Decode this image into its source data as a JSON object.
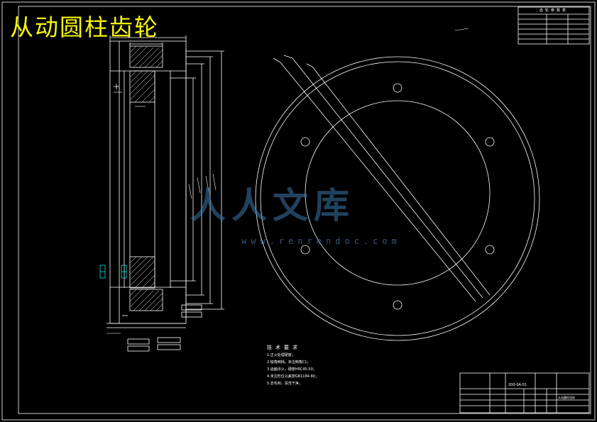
{
  "drawing_title": "从动圆柱齿轮",
  "watermark": {
    "text": "人人文库",
    "url": "www.renrendoc.com",
    "accent": "#3c78aa"
  },
  "parameter_table": {
    "title": "齿轮参数表"
  },
  "technical_requirements": {
    "title": "技术要求",
    "items": [
      "1.正火处理硬度；",
      "2.锐角倒钝，未注倒角C1；",
      "3.齿面淬火，硬度HRC45-50；",
      "4.未注形位公差按GB1184-80；",
      "5.去毛刺，清洗干净。"
    ]
  },
  "title_block": {
    "part_name": "从动圆柱齿轮",
    "part_code": "200-0A-01"
  },
  "colors": {
    "background": "#000000",
    "lines": "#ffffff",
    "title": "#f5f50a",
    "cyan_marks": "#00e5e5"
  }
}
